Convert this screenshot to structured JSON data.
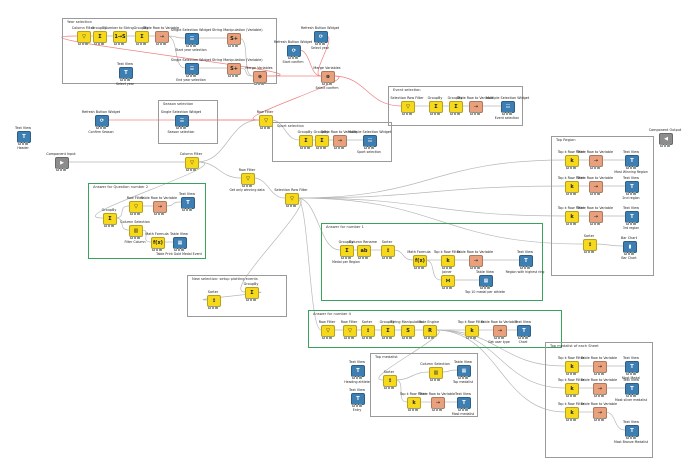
{
  "colors": {
    "yellow": "#f6d81d",
    "orange": "#e8a17c",
    "blue": "#3d7fb3",
    "gray": "#8c8c8c",
    "wire": "#b8b8b8",
    "flow_wire": "#f08080",
    "group_green": "#3aa35a"
  },
  "groups": [
    {
      "id": "g-year",
      "label": "Year selection"
    },
    {
      "id": "g-season",
      "label": "Season selection"
    },
    {
      "id": "g-event",
      "label": "Event selection"
    },
    {
      "id": "g-sport",
      "label": "Sport selection"
    },
    {
      "id": "g-q2",
      "label": "Answer for Question number 2"
    },
    {
      "id": "g-newreg",
      "label": "New selection: setup plotting events"
    },
    {
      "id": "g-q1",
      "label": "Answer for number 1"
    },
    {
      "id": "g-q4",
      "label": "Answer for number 4"
    },
    {
      "id": "g-top",
      "label": "Top medalist"
    },
    {
      "id": "g-topreg",
      "label": "Top Region"
    },
    {
      "id": "g-topmed",
      "label": "Top medalist of each Sheet"
    }
  ],
  "nodes": [
    {
      "id": "n-col1",
      "title": "Column Filter",
      "type": "yellow",
      "glyph": "▽"
    },
    {
      "id": "n-gb1",
      "title": "GroupBy",
      "type": "yellow",
      "glyph": "Σ"
    },
    {
      "id": "n-n2s",
      "title": "Number to String",
      "type": "yellow",
      "glyph": "1→S"
    },
    {
      "id": "n-gb2",
      "title": "GroupBy",
      "type": "yellow",
      "glyph": "Σ"
    },
    {
      "id": "n-t2v1",
      "title": "Table Row to Variable",
      "type": "orange",
      "glyph": "⇢"
    },
    {
      "id": "n-ssw",
      "title": "Single Selection Widget",
      "type": "blue",
      "glyph": "☰",
      "label": "Start year selection"
    },
    {
      "id": "n-ssw2",
      "title": "Single Selection Widget",
      "type": "blue",
      "glyph": "☰",
      "label": "End year selection"
    },
    {
      "id": "n-tv1",
      "title": "Text View",
      "type": "blue",
      "glyph": "T",
      "label": "Select year"
    },
    {
      "id": "n-svm1",
      "title": "String Manipulation (Variable)",
      "type": "orange",
      "glyph": "S+"
    },
    {
      "id": "n-svm2",
      "title": "String Manipulation (Variable)",
      "type": "orange",
      "glyph": "S+"
    },
    {
      "id": "n-merge1",
      "title": "Merge Variables",
      "type": "orange",
      "glyph": "⊕"
    },
    {
      "id": "n-rbw1",
      "title": "Refresh Button Widget",
      "type": "blue",
      "glyph": "⟳",
      "label": "Start confirm"
    },
    {
      "id": "n-rbw2",
      "title": "Refresh Button Widget",
      "type": "blue",
      "glyph": "⟳",
      "label": "Select year"
    },
    {
      "id": "n-merge2",
      "title": "Merge Variables",
      "type": "orange",
      "glyph": "⊕",
      "label": "Select confirm"
    },
    {
      "id": "n-rbw3",
      "title": "Refresh Button Widget",
      "type": "blue",
      "glyph": "⟳",
      "label": "Confirm Season"
    },
    {
      "id": "n-ssw3",
      "title": "Single Selection Widget",
      "type": "blue",
      "glyph": "☰",
      "label": "Season selection"
    },
    {
      "id": "n-tv0",
      "title": "Text View",
      "type": "blue",
      "glyph": "T",
      "label": "Header"
    },
    {
      "id": "n-cinput",
      "title": "Component Input",
      "type": "gray",
      "glyph": "▶"
    },
    {
      "id": "n-coutput",
      "title": "Component Output",
      "type": "gray",
      "glyph": "◀"
    },
    {
      "id": "n-rowf1",
      "title": "Row Filter",
      "type": "yellow",
      "glyph": "▽"
    },
    {
      "id": "n-col2",
      "title": "Column Filter",
      "type": "yellow",
      "glyph": "▽"
    },
    {
      "id": "n-rowf-sport",
      "title": "Row Filter",
      "type": "yellow",
      "glyph": "▽",
      "label": "Get only winning data"
    },
    {
      "id": "n-gb3",
      "title": "GroupBy",
      "type": "yellow",
      "glyph": "Σ"
    },
    {
      "id": "n-gb4",
      "title": "GroupBy",
      "type": "yellow",
      "glyph": "Σ"
    },
    {
      "id": "n-t2v2",
      "title": "Table Row to Variable",
      "type": "orange",
      "glyph": "⇢"
    },
    {
      "id": "n-msw1",
      "title": "Multiple Selection Widget",
      "type": "blue",
      "glyph": "☷",
      "label": "Sport selection"
    },
    {
      "id": "n-selrf",
      "title": "Selection Row Filter",
      "type": "yellow",
      "glyph": "▽"
    },
    {
      "id": "n-gb5",
      "title": "GroupBy",
      "type": "yellow",
      "glyph": "Σ"
    },
    {
      "id": "n-gb6",
      "title": "GroupBy",
      "type": "yellow",
      "glyph": "Σ"
    },
    {
      "id": "n-t2v3",
      "title": "Table Row to Variable",
      "type": "orange",
      "glyph": "⇢"
    },
    {
      "id": "n-msw2",
      "title": "Multiple Selection Widget",
      "type": "blue",
      "glyph": "☷",
      "label": "Event selection"
    },
    {
      "id": "n-gb7",
      "title": "GroupBy",
      "type": "yellow",
      "glyph": "Σ"
    },
    {
      "id": "n-rowf2",
      "title": "Row Filter",
      "type": "yellow",
      "glyph": "▽"
    },
    {
      "id": "n-t2v4",
      "title": "Table Row to Variable",
      "type": "orange",
      "glyph": "⇢"
    },
    {
      "id": "n-tv2",
      "title": "Text View",
      "type": "blue",
      "glyph": "T"
    },
    {
      "id": "n-colsel",
      "title": "Column Selection",
      "type": "yellow",
      "glyph": "▥",
      "label": "Filter Column"
    },
    {
      "id": "n-math1",
      "title": "Math Formula",
      "type": "yellow",
      "glyph": "f(x)"
    },
    {
      "id": "n-tv3",
      "title": "Table View",
      "type": "blue",
      "glyph": "▦",
      "label": "Table Print Gold Medal Event"
    },
    {
      "id": "n-rowf-sel",
      "title": "Selection Row Filter",
      "type": "yellow",
      "glyph": "▽"
    },
    {
      "id": "n-gb8",
      "title": "GroupBy",
      "type": "yellow",
      "glyph": "Σ"
    },
    {
      "id": "n-sorter1",
      "title": "Sorter",
      "type": "yellow",
      "glyph": "↕"
    },
    {
      "id": "n-gb9",
      "title": "GroupBy",
      "type": "yellow",
      "glyph": "Σ",
      "label": "Medal per Region"
    },
    {
      "id": "n-colren",
      "title": "Column Rename",
      "type": "yellow",
      "glyph": "ab"
    },
    {
      "id": "n-sorter2",
      "title": "Sorter",
      "type": "yellow",
      "glyph": "↕"
    },
    {
      "id": "n-math2",
      "title": "Math Formula",
      "type": "yellow",
      "glyph": "f(x)"
    },
    {
      "id": "n-topk1",
      "title": "Top k Row Filter",
      "type": "yellow",
      "glyph": "k"
    },
    {
      "id": "n-t2v5",
      "title": "Table Row to Variable",
      "type": "orange",
      "glyph": "⇢"
    },
    {
      "id": "n-tv4",
      "title": "Text View",
      "type": "blue",
      "glyph": "T",
      "label": "Region with highest ring"
    },
    {
      "id": "n-joiner",
      "title": "Joiner",
      "type": "yellow",
      "glyph": "⋈"
    },
    {
      "id": "n-tbv5",
      "title": "Table View",
      "type": "blue",
      "glyph": "▦",
      "label": "Top 10 medal per athlete"
    },
    {
      "id": "n-rowf3",
      "title": "Row Filter",
      "type": "yellow",
      "glyph": "▽"
    },
    {
      "id": "n-rowf4",
      "title": "Row Filter",
      "type": "yellow",
      "glyph": "▽"
    },
    {
      "id": "n-sorter3",
      "title": "Sorter",
      "type": "yellow",
      "glyph": "↕"
    },
    {
      "id": "n-gb10",
      "title": "GroupBy",
      "type": "yellow",
      "glyph": "Σ"
    },
    {
      "id": "n-stringman",
      "title": "String Manipulation",
      "type": "yellow",
      "glyph": "S"
    },
    {
      "id": "n-rule",
      "title": "Rule Engine",
      "type": "yellow",
      "glyph": "R"
    },
    {
      "id": "n-topk2",
      "title": "Top k Row Filter",
      "type": "yellow",
      "glyph": "k"
    },
    {
      "id": "n-t2v6",
      "title": "Table Row to Variable",
      "type": "orange",
      "glyph": "⇢",
      "label": "Get user type"
    },
    {
      "id": "n-tv6",
      "title": "Text View",
      "type": "blue",
      "glyph": "T",
      "label": "Chart"
    },
    {
      "id": "n-tv7",
      "title": "Text View",
      "type": "blue",
      "glyph": "T",
      "label": "Heading athlete"
    },
    {
      "id": "n-tv8",
      "title": "Text View",
      "type": "blue",
      "glyph": "T",
      "label": "Entry"
    },
    {
      "id": "n-sorter4",
      "title": "Sorter",
      "type": "yellow",
      "glyph": "↕"
    },
    {
      "id": "n-colsel2",
      "title": "Column Selection",
      "type": "yellow",
      "glyph": "▥"
    },
    {
      "id": "n-tbv7",
      "title": "Table View",
      "type": "blue",
      "glyph": "▦",
      "label": "Top medalist"
    },
    {
      "id": "n-topk3",
      "title": "Top k Row Filter",
      "type": "yellow",
      "glyph": "k"
    },
    {
      "id": "n-t2v7",
      "title": "Table Row to Variable",
      "type": "orange",
      "glyph": "⇢"
    },
    {
      "id": "n-tv9",
      "title": "Text View",
      "type": "blue",
      "glyph": "T",
      "label": "Most medalist"
    },
    {
      "id": "n-topk4",
      "title": "Top k Row Filter",
      "type": "yellow",
      "glyph": "k"
    },
    {
      "id": "n-t2v8",
      "title": "Table Row to Variable",
      "type": "orange",
      "glyph": "⇢"
    },
    {
      "id": "n-tv10",
      "title": "Text View",
      "type": "blue",
      "glyph": "T",
      "label": "Most Winning Region"
    },
    {
      "id": "n-topk5",
      "title": "Top k Row Filter",
      "type": "yellow",
      "glyph": "k"
    },
    {
      "id": "n-t2v9",
      "title": "Table Row to Variable",
      "type": "orange",
      "glyph": "⇢"
    },
    {
      "id": "n-tv11",
      "title": "Text View",
      "type": "blue",
      "glyph": "T",
      "label": "2nd region"
    },
    {
      "id": "n-topk6",
      "title": "Top k Row Filter",
      "type": "yellow",
      "glyph": "k"
    },
    {
      "id": "n-t2v10",
      "title": "Table Row to Variable",
      "type": "orange",
      "glyph": "⇢"
    },
    {
      "id": "n-tv12",
      "title": "Text View",
      "type": "blue",
      "glyph": "T",
      "label": "3rd region"
    },
    {
      "id": "n-sorter5",
      "title": "Sorter",
      "type": "yellow",
      "glyph": "↕"
    },
    {
      "id": "n-bar",
      "title": "Bar Chart",
      "type": "blue",
      "glyph": "▮",
      "label": "Bar Chart"
    },
    {
      "id": "n-topk7",
      "title": "Top k Row Filter",
      "type": "yellow",
      "glyph": "k"
    },
    {
      "id": "n-t2v11",
      "title": "Table Row to Variable",
      "type": "orange",
      "glyph": "⇢"
    },
    {
      "id": "n-tv13",
      "title": "Text View",
      "type": "blue",
      "glyph": "T",
      "label": "Most Medal"
    },
    {
      "id": "n-topk8",
      "title": "Top k Row Filter",
      "type": "yellow",
      "glyph": "k"
    },
    {
      "id": "n-t2v12",
      "title": "Table Row to Variable",
      "type": "orange",
      "glyph": "⇢"
    },
    {
      "id": "n-tv14",
      "title": "Text View",
      "type": "blue",
      "glyph": "T",
      "label": "Most silver medalist"
    },
    {
      "id": "n-topk9",
      "title": "Top k Row Filter",
      "type": "yellow",
      "glyph": "k"
    },
    {
      "id": "n-t2v13",
      "title": "Table Row to Variable",
      "type": "orange",
      "glyph": "⇢"
    },
    {
      "id": "n-tv15",
      "title": "Text View",
      "type": "blue",
      "glyph": "T",
      "label": "Most Bronze Medalist"
    }
  ]
}
